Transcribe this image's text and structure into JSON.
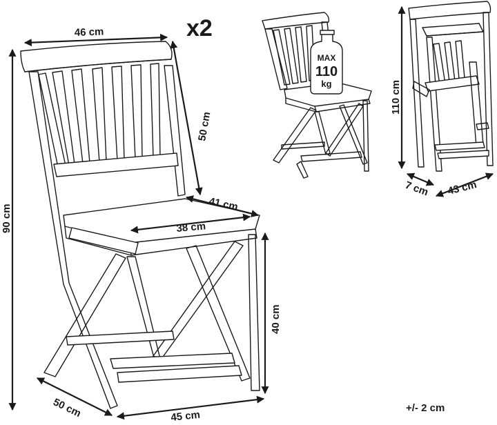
{
  "quantity": "x2",
  "tolerance": "+/- 2 cm",
  "main_chair": {
    "backrest_width": "46 cm",
    "backrest_height": "50 cm",
    "seat_depth": "41 cm",
    "seat_width": "38 cm",
    "total_height": "90 cm",
    "seat_height": "40 cm",
    "base_depth": "50 cm",
    "base_width": "45 cm"
  },
  "load_chair": {
    "weight_label": [
      "MAX",
      "110",
      "kg"
    ]
  },
  "folded_chair": {
    "height": "110 cm",
    "thickness": "7 cm",
    "width": "43 cm"
  }
}
